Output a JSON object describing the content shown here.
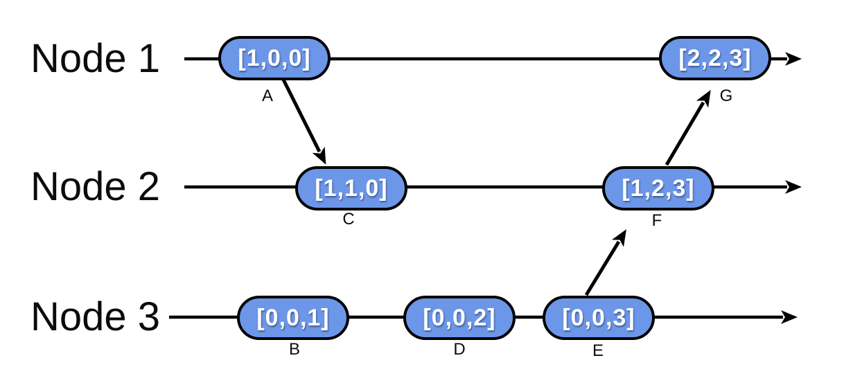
{
  "diagram": {
    "type": "vector-clock-timeline",
    "background_color": "#ffffff",
    "colors": {
      "event_fill": "#6c96e8",
      "event_border": "#000000",
      "event_text": "#ffffff",
      "line": "#000000",
      "label_text": "#0b0b0b"
    },
    "nodes": [
      {
        "label": "Node 1"
      },
      {
        "label": "Node 2"
      },
      {
        "label": "Node 3"
      }
    ],
    "events": {
      "A": {
        "clock": "[1,0,0]",
        "label": "A",
        "node": "Node 1"
      },
      "B": {
        "clock": "[0,0,1]",
        "label": "B",
        "node": "Node 3"
      },
      "C": {
        "clock": "[1,1,0]",
        "label": "C",
        "node": "Node 2"
      },
      "D": {
        "clock": "[0,0,2]",
        "label": "D",
        "node": "Node 3"
      },
      "E": {
        "clock": "[0,0,3]",
        "label": "E",
        "node": "Node 3"
      },
      "F": {
        "clock": "[1,2,3]",
        "label": "F",
        "node": "Node 2"
      },
      "G": {
        "clock": "[2,2,3]",
        "label": "G",
        "node": "Node 1"
      }
    },
    "messages": [
      {
        "from": "A",
        "to": "C"
      },
      {
        "from": "E",
        "to": "F"
      },
      {
        "from": "F",
        "to": "G"
      }
    ]
  }
}
